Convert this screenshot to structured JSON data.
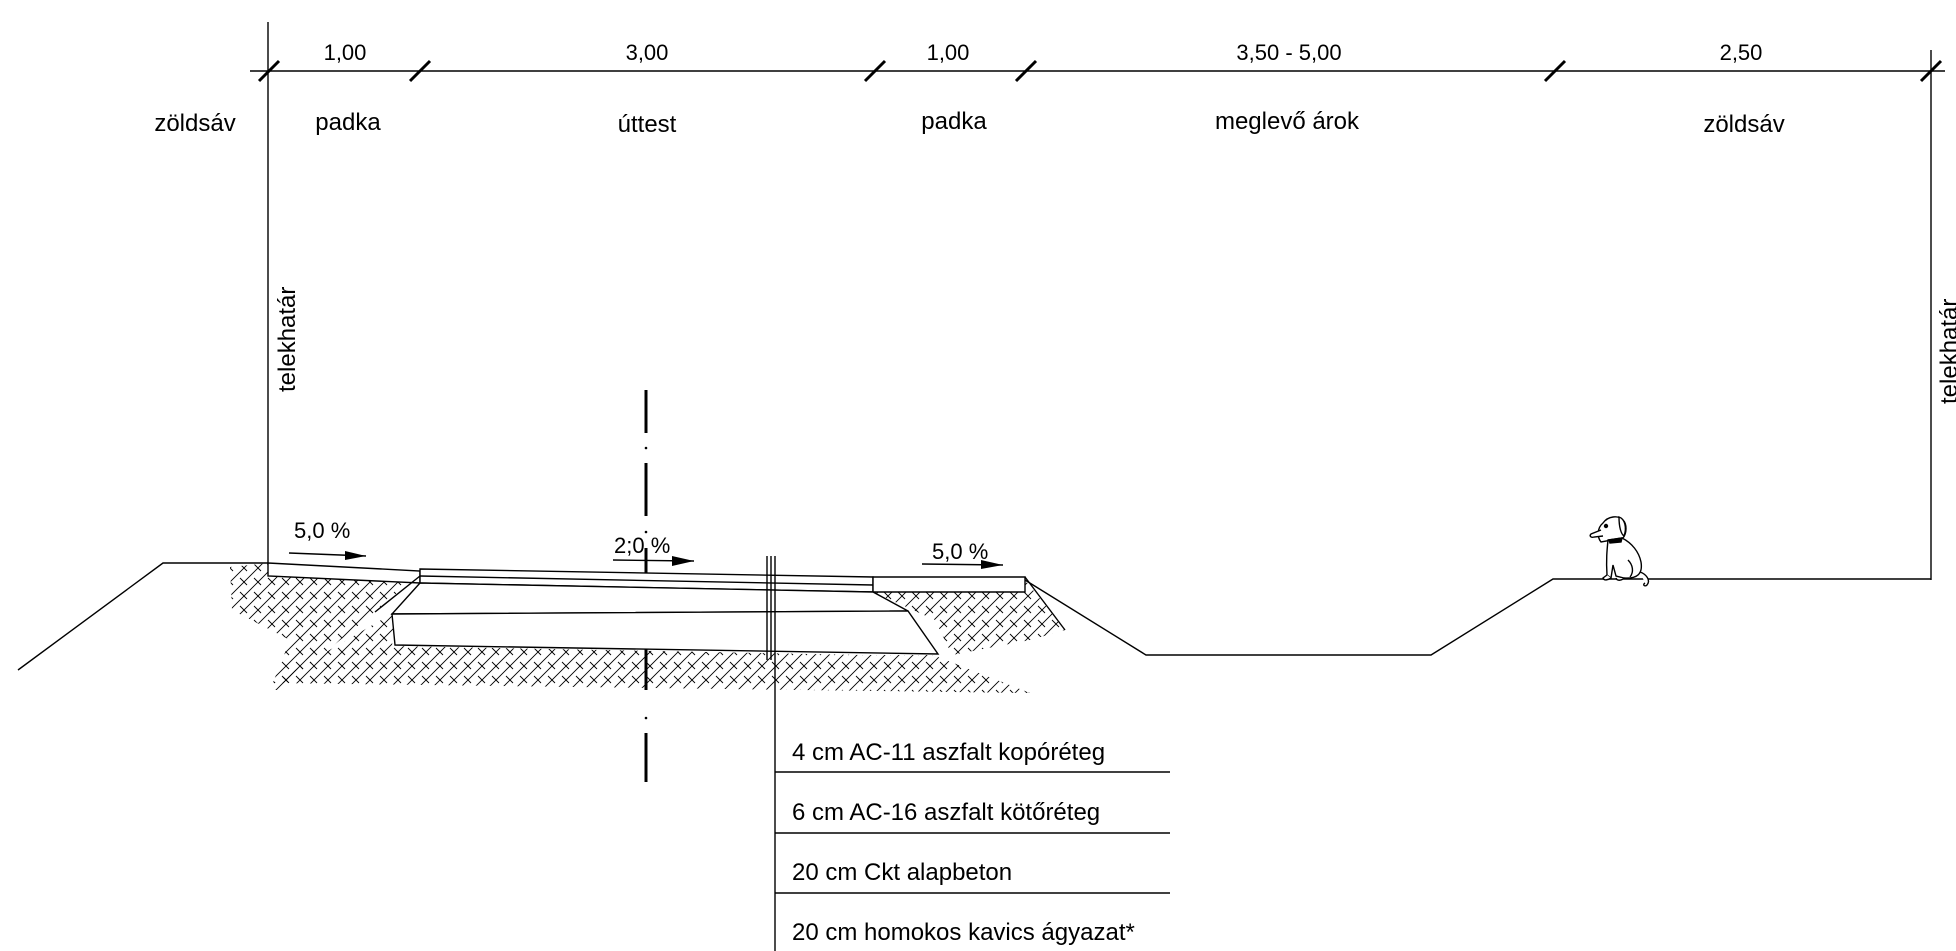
{
  "dimensions": [
    "1,00",
    "3,00",
    "1,00",
    "3,50 - 5,00",
    "2,50"
  ],
  "zone_labels": {
    "left_green": "zöldsáv",
    "left_shoulder": "padka",
    "roadway": "úttest",
    "right_shoulder": "padka",
    "ditch": "meglevő árok",
    "right_green": "zöldsáv"
  },
  "property_line_label": "telekhatár",
  "slopes": {
    "left_shoulder": "5,0 %",
    "roadway": "2;0 %",
    "right_shoulder": "5,0 %"
  },
  "layers": [
    "4 cm AC-11 aszfalt kopóréteg",
    "6 cm AC-16 aszfalt kötőréteg",
    "20 cm Ckt alapbeton",
    "20 cm homokos kavics ágyazat*"
  ],
  "icons": {
    "dog": "dog-figure-icon",
    "slope_arrow": "arrow-right-icon"
  }
}
